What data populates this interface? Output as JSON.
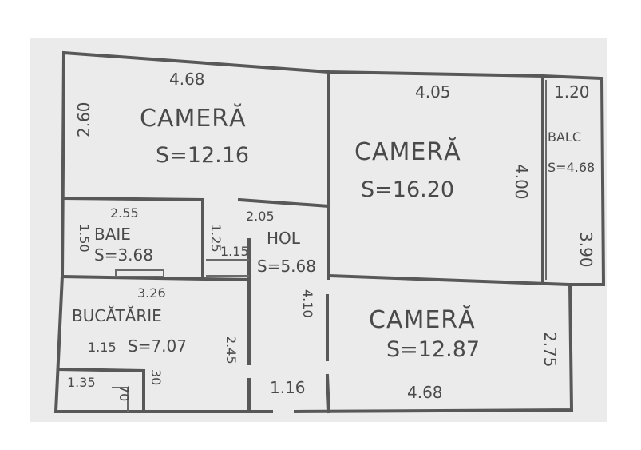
{
  "plan": {
    "rooms": [
      {
        "name": "CAMERĂ",
        "area": "S=12.16"
      },
      {
        "name": "CAMERĂ",
        "area": "S=16.20"
      },
      {
        "name": "BALC",
        "area": "S=4.68"
      },
      {
        "name": "BAIE",
        "area": "S=3.68"
      },
      {
        "name": "HOL",
        "area": "S=5.68"
      },
      {
        "name": "BUCĂTĂRIE",
        "area": "S=7.07"
      },
      {
        "name": "CAMERĂ",
        "area": "S=12.87"
      }
    ],
    "dimensions": {
      "room1_width": "4.68",
      "room1_depth": "2.60",
      "room2_width": "4.05",
      "room2_depth": "4.00",
      "balcony_width": "1.20",
      "balcony_depth": "3.90",
      "bath_width": "2.55",
      "bath_depth": "1.50",
      "hall_width": "2.05",
      "hall_small_a": "1.25",
      "hall_small_b": "1.15",
      "hall_depth": "4.10",
      "kitchen_width": "3.26",
      "kitchen_small": "1.15",
      "kitchen_depth": "2.45",
      "room3_depth": "2.75",
      "room3_width": "4.68",
      "entry_width": "1.16",
      "closet_width": "1.35",
      "closet_a": "70",
      "closet_b": "30"
    }
  }
}
